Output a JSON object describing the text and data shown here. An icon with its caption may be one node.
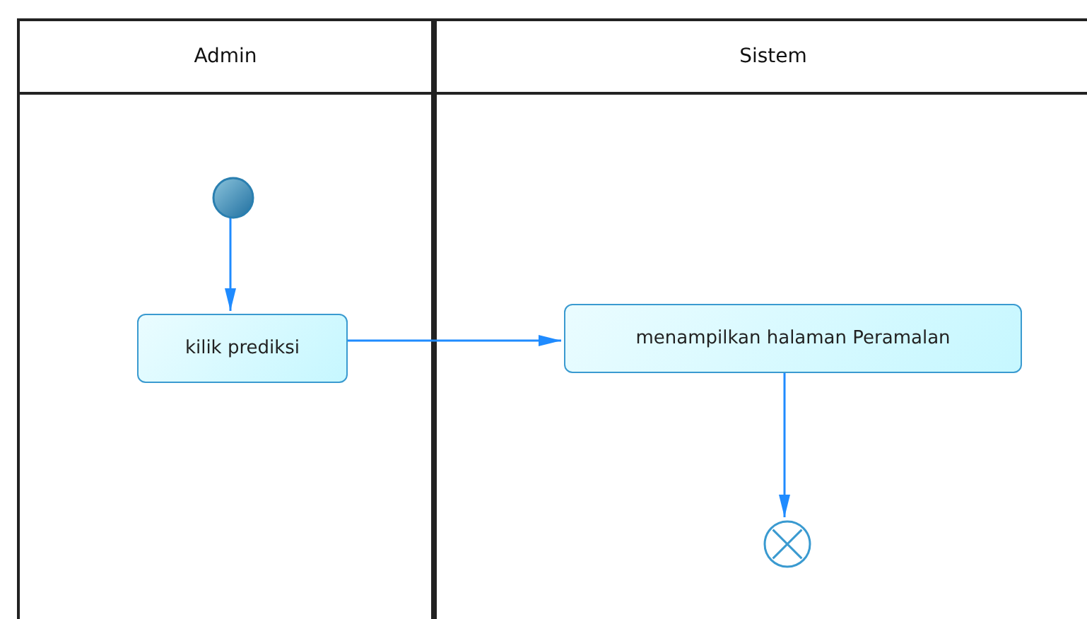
{
  "diagram": {
    "nodes": [
      {
        "text": [
          "Admin"
        ]
      },
      {
        "text": [
          "Sistem"
        ]
      },
      {
        "text": [],
        "shape": "circle",
        "in": 0
      },
      {
        "text": [
          "kilik prediksi"
        ],
        "in": 0
      },
      {
        "text": [
          "menampilkan halaman Peramalan"
        ],
        "in": 1
      },
      {
        "text": [],
        "shape": "circle",
        "in": 1
      }
    ],
    "edges": [
      {
        "from": 2,
        "to": 3,
        "arrow": "to"
      },
      {
        "from": 3,
        "to": 4,
        "arrow": "to"
      },
      {
        "from": 4,
        "to": 5,
        "arrow": "to"
      }
    ]
  }
}
